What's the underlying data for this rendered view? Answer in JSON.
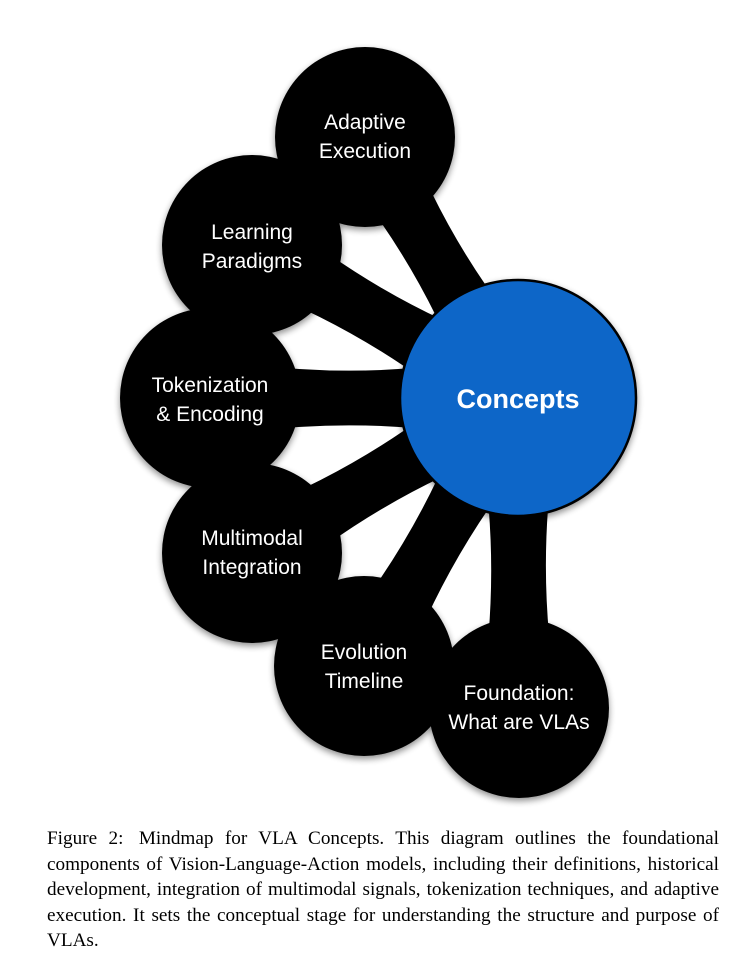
{
  "center": {
    "label": "Concepts",
    "color": "#0a66c8"
  },
  "leaf_color": "#000000",
  "nodes": [
    {
      "id": "adaptive-execution",
      "lines": [
        "Adaptive",
        "Execution"
      ]
    },
    {
      "id": "learning-paradigms",
      "lines": [
        "Learning",
        "Paradigms"
      ]
    },
    {
      "id": "tokenization-encoding",
      "lines": [
        "Tokenization",
        "& Encoding"
      ]
    },
    {
      "id": "multimodal-integration",
      "lines": [
        "Multimodal",
        "Integration"
      ]
    },
    {
      "id": "evolution-timeline",
      "lines": [
        "Evolution",
        "Timeline"
      ]
    },
    {
      "id": "foundation",
      "lines": [
        "Foundation:",
        "What are VLAs"
      ]
    }
  ],
  "caption": {
    "label": "Figure 2:",
    "text": "Mindmap for VLA Concepts.  This diagram outlines the founda­tional components of Vision-Language-Action models, including their defini­tions, historical development, integration of multimodal signals, tokenization techniques, and adaptive execution. It sets the conceptual stage for understand­ing the structure and purpose of VLAs."
  }
}
